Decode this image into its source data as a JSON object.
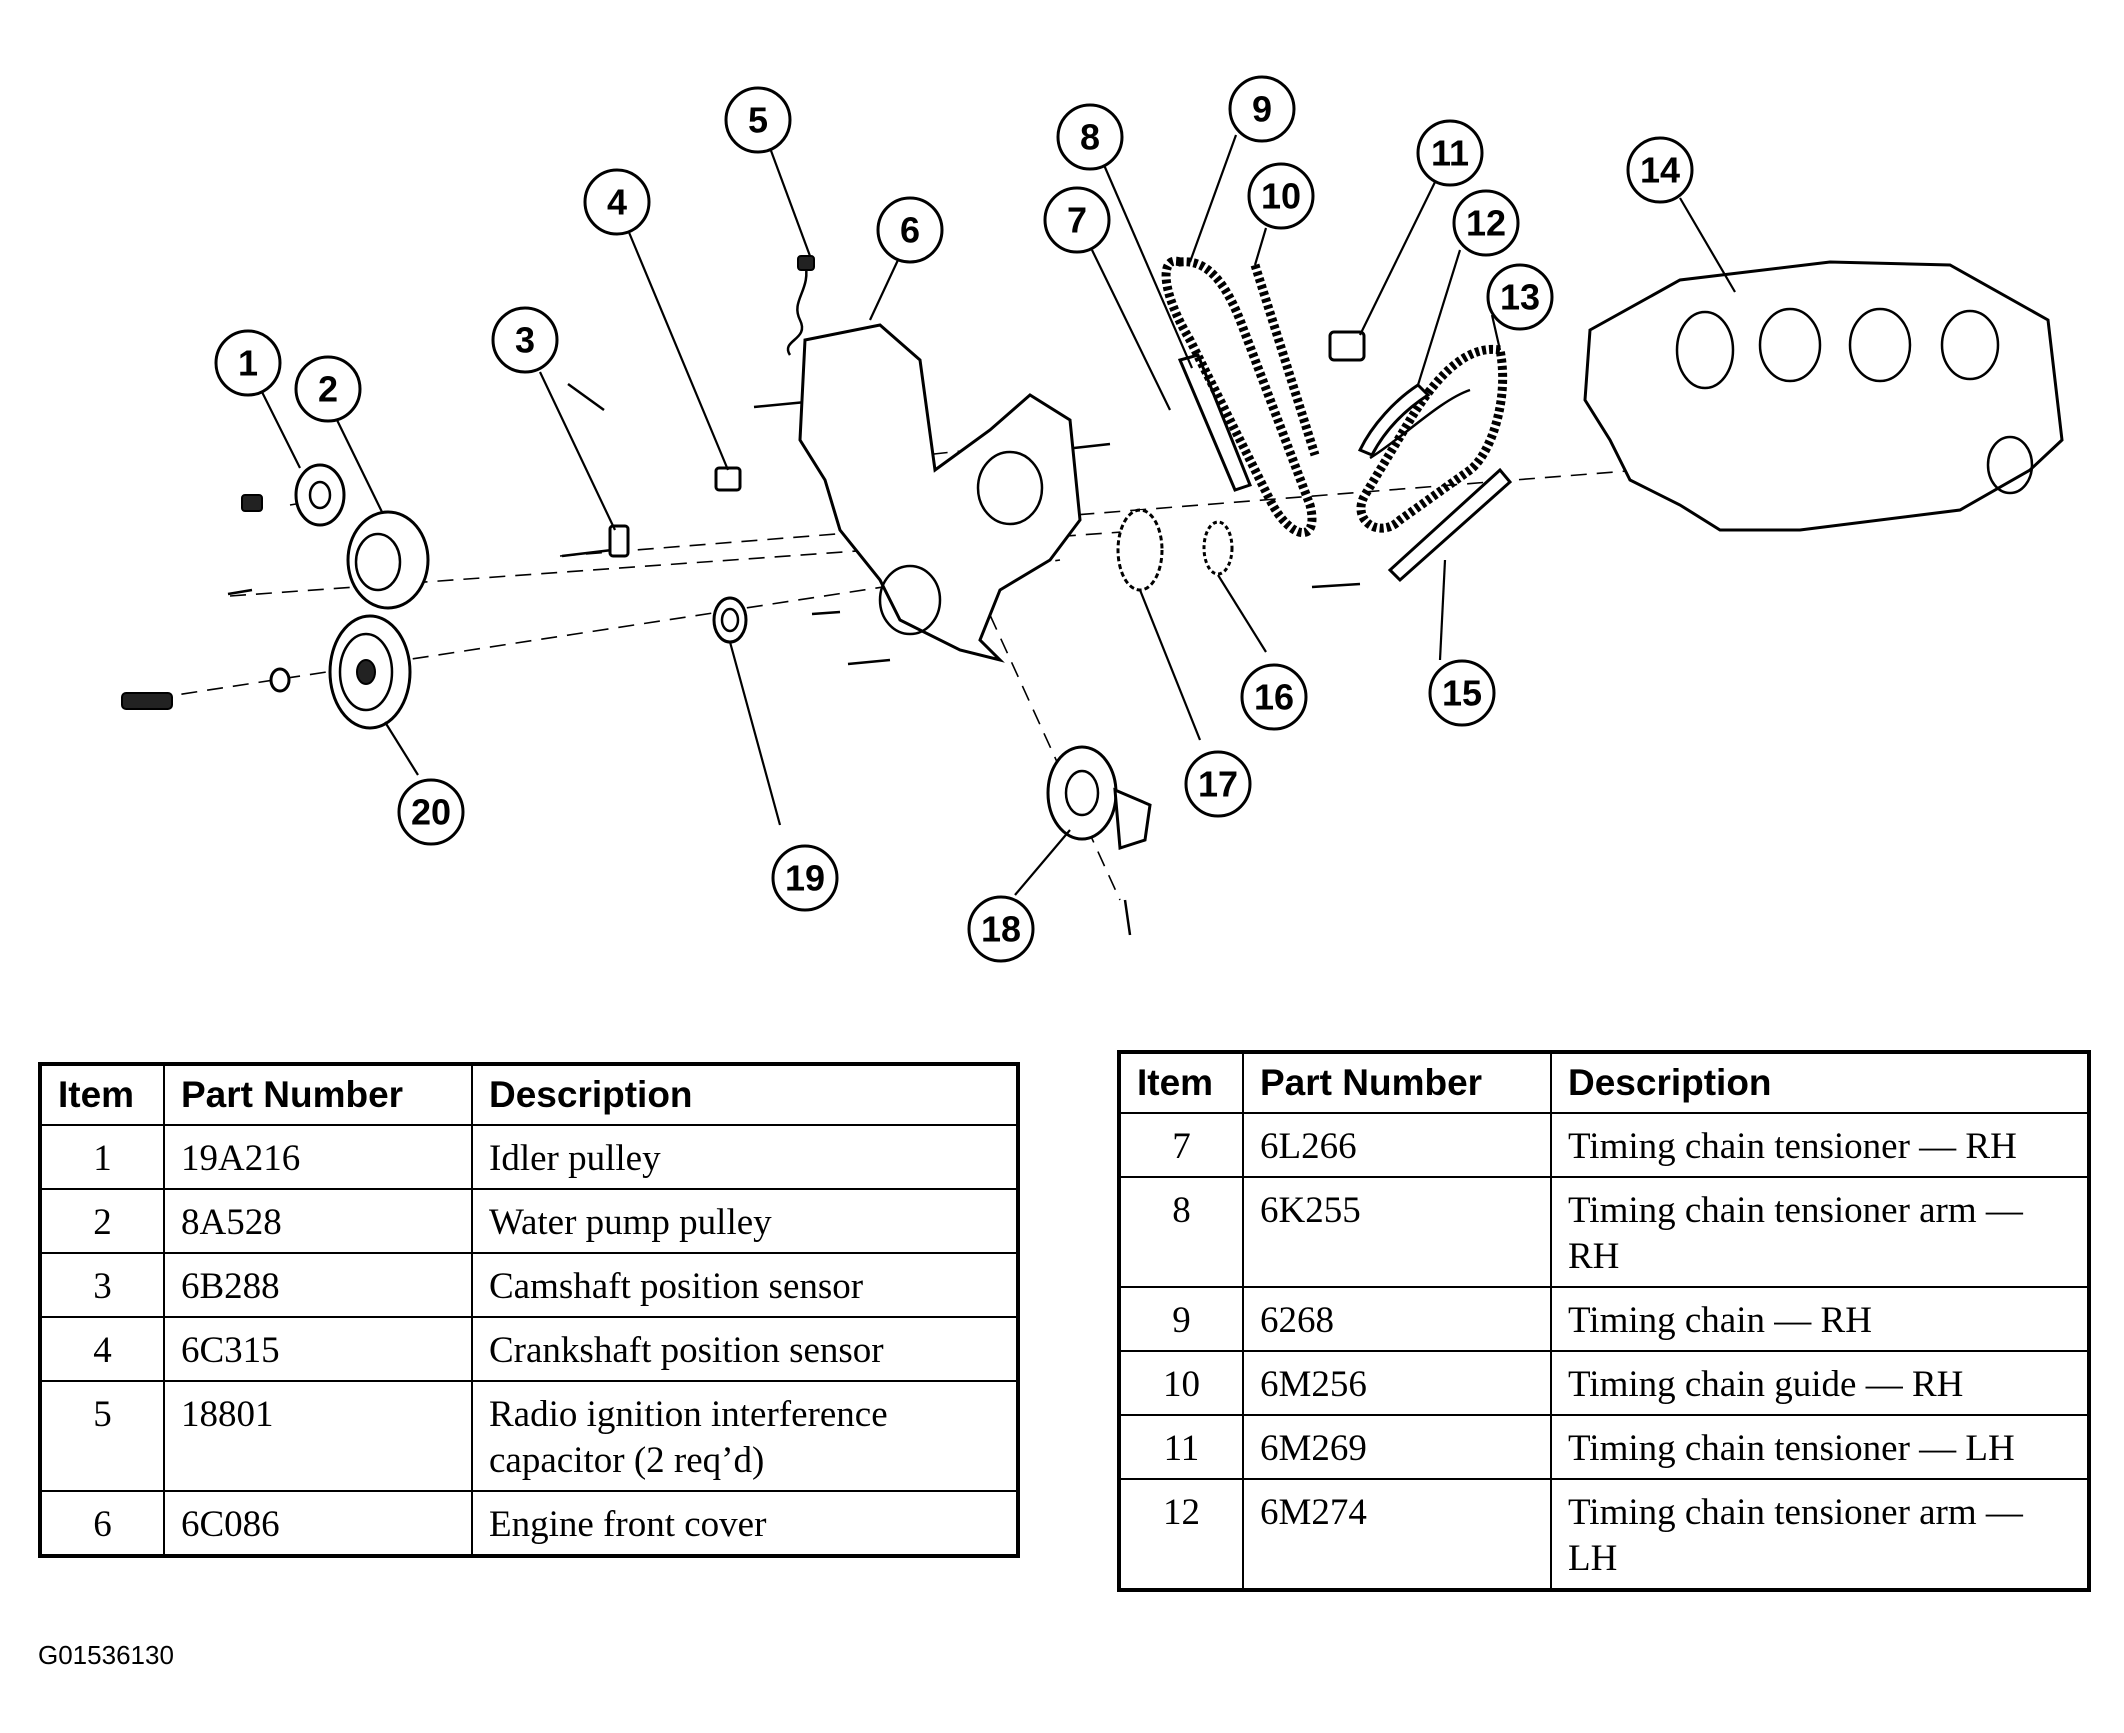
{
  "diagram": {
    "callouts": [
      "1",
      "2",
      "3",
      "4",
      "5",
      "6",
      "7",
      "8",
      "9",
      "10",
      "11",
      "12",
      "13",
      "14",
      "15",
      "16",
      "17",
      "18",
      "19",
      "20"
    ]
  },
  "table_left": {
    "headers": {
      "item": "Item",
      "part_number": "Part Number",
      "description": "Description"
    },
    "rows": [
      {
        "item": "1",
        "part_number": "19A216",
        "description": "Idler pulley"
      },
      {
        "item": "2",
        "part_number": "8A528",
        "description": "Water pump pulley"
      },
      {
        "item": "3",
        "part_number": "6B288",
        "description": "Camshaft position sensor"
      },
      {
        "item": "4",
        "part_number": "6C315",
        "description": "Crankshaft position sensor"
      },
      {
        "item": "5",
        "part_number": "18801",
        "description": "Radio ignition interference capacitor (2 req’d)"
      },
      {
        "item": "6",
        "part_number": "6C086",
        "description": "Engine front cover"
      }
    ]
  },
  "table_right": {
    "headers": {
      "item": "Item",
      "part_number": "Part Number",
      "description": "Description"
    },
    "rows": [
      {
        "item": "7",
        "part_number": "6L266",
        "description": "Timing chain tensioner — RH"
      },
      {
        "item": "8",
        "part_number": "6K255",
        "description": "Timing chain tensioner arm — RH"
      },
      {
        "item": "9",
        "part_number": "6268",
        "description": "Timing chain — RH"
      },
      {
        "item": "10",
        "part_number": "6M256",
        "description": "Timing chain guide — RH"
      },
      {
        "item": "11",
        "part_number": "6M269",
        "description": "Timing chain tensioner — LH"
      },
      {
        "item": "12",
        "part_number": "6M274",
        "description": "Timing chain tensioner arm — LH"
      }
    ]
  },
  "figure_code": "G01536130"
}
